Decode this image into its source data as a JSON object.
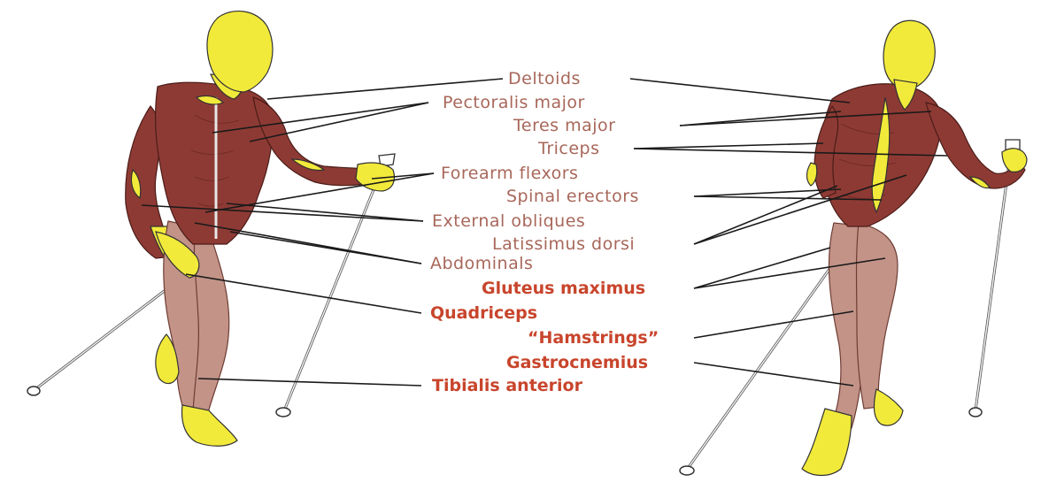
{
  "labels": {
    "deltoids": "Deltoids",
    "pectoralis_major": "Pectoralis major",
    "teres_major": "Teres major",
    "triceps": "Triceps",
    "forearm_flexors": "Forearm flexors",
    "spinal_erectors": "Spinal erectors",
    "external_obliques": "External obliques",
    "latissimus_dorsi": "Latissimus dorsi",
    "abdominals": "Abdominals",
    "gluteus_maximus": "Gluteus maximus",
    "quadriceps": "Quadriceps",
    "hamstrings": "“Hamstrings”",
    "gastrocnemius": "Gastrocnemius",
    "tibialis_anterior": "Tibialis anterior"
  },
  "colors": {
    "upper_body_label": "#a8675a",
    "lower_body_label": "#c8452c",
    "muscle": "#8e3a34",
    "leg_muscle": "#c39388",
    "skin": "#f2ea3a"
  }
}
